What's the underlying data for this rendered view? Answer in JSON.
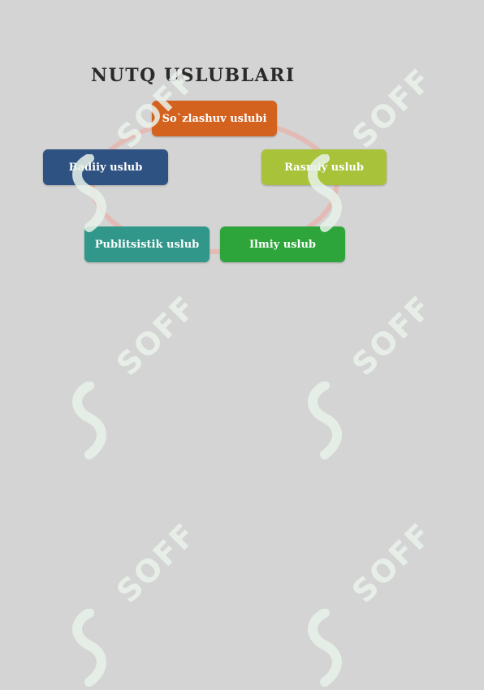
{
  "title": "NUTQ USLUBLARI",
  "nodes": {
    "sozlashuv": "So`zlashuv uslubi",
    "rasmiy": "Rasmiy uslub",
    "ilmiy": "Ilmiy uslub",
    "publitsistik": "Publitsistik uslub",
    "badiiy": "Badiiy uslub"
  },
  "colors": {
    "sozlashuv": "#d4621f",
    "rasmiy": "#a8c23a",
    "ilmiy": "#2ea53a",
    "publitsistik": "#30978a",
    "badiiy": "#2e5282",
    "ring": "#e5b7b1",
    "background": "#d4d4d4"
  },
  "watermark": {
    "text": "SOFF"
  }
}
